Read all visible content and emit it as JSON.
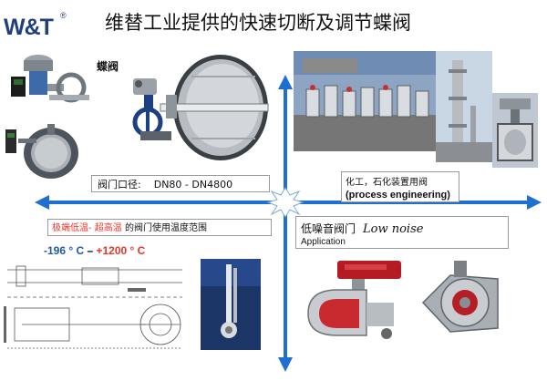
{
  "header": {
    "logo_text": "W&T",
    "logo_mark": "®",
    "title": "维替工业提供的快速切断及调节蝶阀"
  },
  "product": {
    "label": "蝶阀"
  },
  "size_box": {
    "label": "阀门口径:",
    "value": "DN80 - DN4800"
  },
  "process_box": {
    "cn": "化工，石化装置用阀",
    "en": "(process engineering)"
  },
  "temp_box": {
    "highlight": "极端低温- 超高温",
    "rest": " 的阀门使用温度范围"
  },
  "temp_range": {
    "low": "-196 ° C",
    "sep": " – ",
    "high": "+1200 ° C"
  },
  "noise_box": {
    "cn": "低噪音阀门",
    "en": "Low noise",
    "sub": "Application"
  },
  "colors": {
    "arrow": "#1f6fcf",
    "logo": "#1f3f7e",
    "accent_red": "#e8352a",
    "accent_blue": "#1e5aa8"
  }
}
